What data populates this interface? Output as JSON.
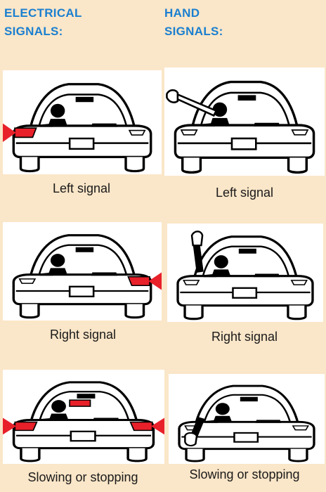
{
  "columns": {
    "electrical": {
      "heading_line1": "ELECTRICAL",
      "heading_line2": "SIGNALS:"
    },
    "hand": {
      "heading_line1": "HAND",
      "heading_line2": "SIGNALS:"
    }
  },
  "rows": [
    {
      "electrical_caption": "Left signal",
      "hand_caption": "Left signal"
    },
    {
      "electrical_caption": "Right signal",
      "hand_caption": "Right signal"
    },
    {
      "electrical_caption": "Slowing or stopping",
      "hand_caption": "Slowing or stopping"
    }
  ],
  "colors": {
    "heading": "#1a7fd0",
    "background": "#fae6c8",
    "signal_light": "#e8202a"
  }
}
